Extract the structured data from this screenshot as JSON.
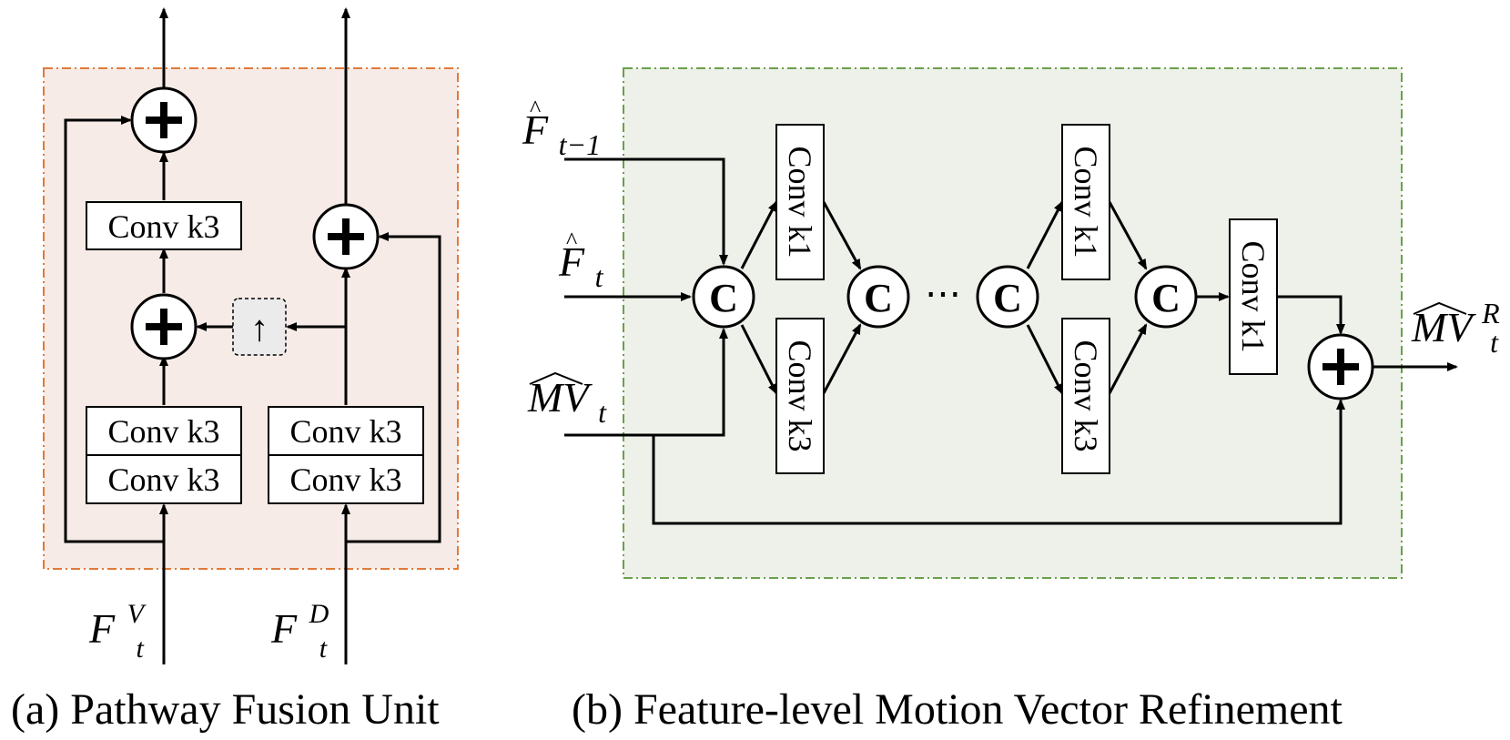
{
  "panel_a": {
    "caption": "(a) Pathway Fusion Unit",
    "conv_top": "Conv k3",
    "left_conv_upper": "Conv k3",
    "left_conv_lower": "Conv k3",
    "right_conv_upper": "Conv k3",
    "right_conv_lower": "Conv k3",
    "upsample_symbol": "↑",
    "input_left": {
      "base": "F",
      "sub": "t",
      "sup": "V"
    },
    "input_right": {
      "base": "F",
      "sub": "t",
      "sup": "D"
    }
  },
  "panel_b": {
    "caption": "(b) Feature-level Motion Vector Refinement",
    "input_1": {
      "base": "F",
      "sub": "t−1"
    },
    "input_2": {
      "base": "F",
      "sub": "t"
    },
    "input_3": {
      "base": "MV",
      "sub": "t"
    },
    "output": {
      "base": "MV",
      "sub": "t",
      "sup": "R"
    },
    "concat_label": "C",
    "ellipsis": "⋯",
    "conv_k1_a": "Conv k1",
    "conv_k3_a": "Conv k3",
    "conv_k1_b": "Conv k1",
    "conv_k3_b": "Conv k3",
    "conv_k1_final": "Conv k1"
  },
  "colors": {
    "panel_a_bg": "#f6ebe6",
    "panel_a_border": "#e07a3a",
    "panel_b_bg": "#eef0ea",
    "panel_b_border": "#6aa04a",
    "upsample_bg": "#ebebeb"
  }
}
